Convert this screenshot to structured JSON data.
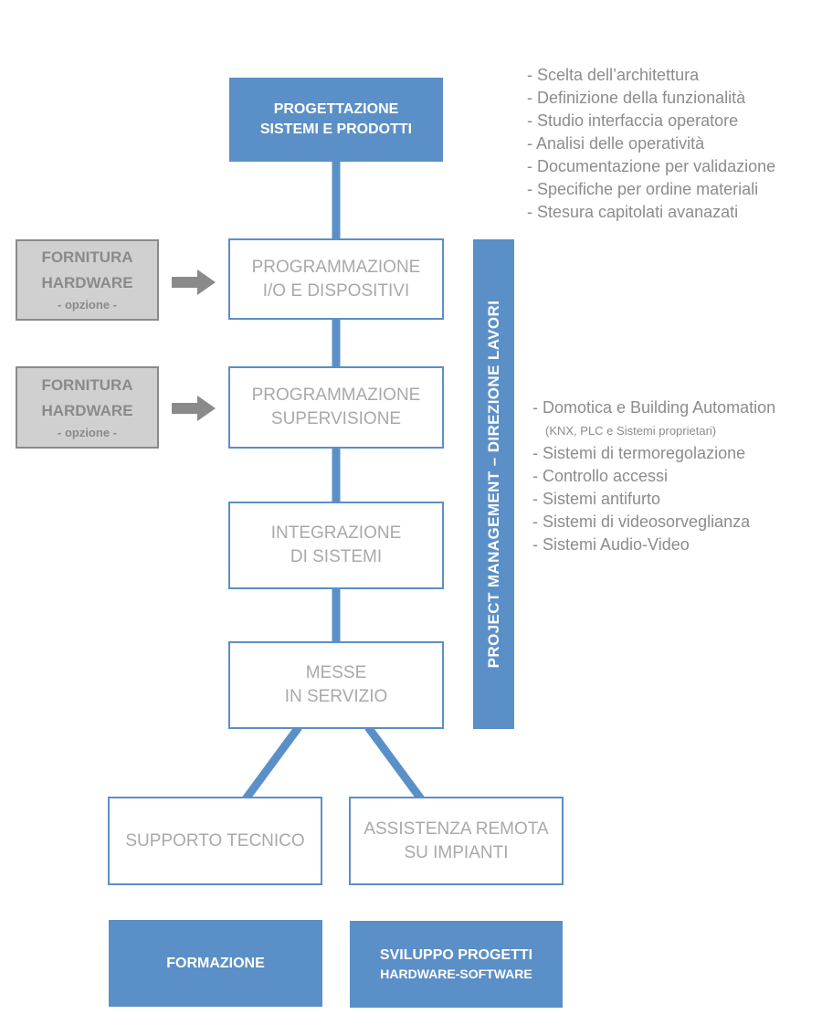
{
  "colors": {
    "accent": "#5b8fc7",
    "outline_text": "#a9a9a9",
    "gray_fill": "#d0d0d0",
    "gray_text": "#8a8a8a",
    "list_text": "#8c8c8c"
  },
  "boxes": {
    "progettazione": {
      "line1": "PROGETTAZIONE",
      "line2": "SISTEMI E PRODOTTI"
    },
    "programmazione_io": {
      "line1": "PROGRAMMAZIONE",
      "line2": "I/O E DISPOSITIVI"
    },
    "programmazione_sup": {
      "line1": "PROGRAMMAZIONE",
      "line2": "SUPERVISIONE"
    },
    "integrazione": {
      "line1": "INTEGRAZIONE",
      "line2": "DI SISTEMI"
    },
    "messe": {
      "line1": "MESSE",
      "line2": "IN SERVIZIO"
    },
    "supporto": {
      "line1": "SUPPORTO TECNICO"
    },
    "assistenza": {
      "line1": "ASSISTENZA REMOTA",
      "line2": "SU IMPIANTI"
    },
    "formazione": {
      "line1": "FORMAZIONE"
    },
    "sviluppo": {
      "line1": "SVILUPPO PROGETTI",
      "line2": "HARDWARE-SOFTWARE"
    }
  },
  "fornitura": [
    {
      "line1": "FORNITURA",
      "line2": "HARDWARE",
      "option": "- opzione -"
    },
    {
      "line1": "FORNITURA",
      "line2": "HARDWARE",
      "option": "- opzione -"
    }
  ],
  "project_management": "PROJECT MANAGEMENT – DIREZIONE LAVORI",
  "design_list": [
    "- Scelta dell’architettura",
    "- Definizione della funzionalità",
    "- Studio interfaccia operatore",
    "- Analisi delle operatività",
    "- Documentazione per validazione",
    "- Specifiche per ordine materiali",
    "- Stesura capitolati avanazati"
  ],
  "systems_list": [
    "- Domotica e Building Automation",
    "(KNX, PLC e Sistemi proprietari)",
    "- Sistemi di termoregolazione",
    "- Controllo accessi",
    "- Sistemi antifurto",
    "- Sistemi di videosorveglianza",
    "- Sistemi Audio-Video"
  ],
  "icons": {
    "arrow": "right-arrow-icon"
  }
}
